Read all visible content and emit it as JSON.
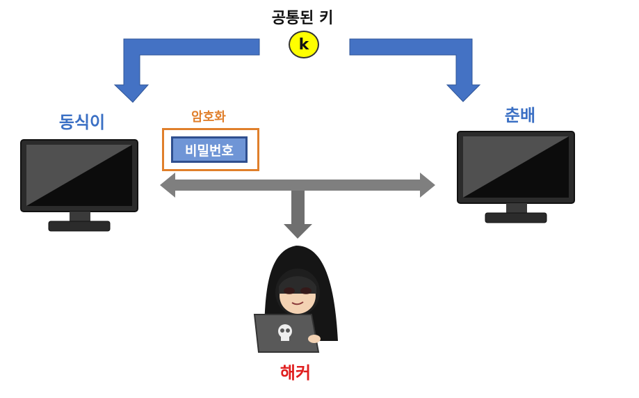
{
  "shared_key": {
    "title": "공통된 키",
    "key_letter": "k"
  },
  "sender": {
    "label": "동식이"
  },
  "receiver": {
    "label": "춘배"
  },
  "encryption": {
    "label": "암호화",
    "payload": "비밀번호"
  },
  "attacker": {
    "label": "해커"
  },
  "colors": {
    "arrow_blue": "#4472c4",
    "channel_gray": "#7f7f7f",
    "encrypt_orange": "#e07f2b",
    "hacker_red": "#e01e1e",
    "key_yellow": "#ffff00"
  }
}
